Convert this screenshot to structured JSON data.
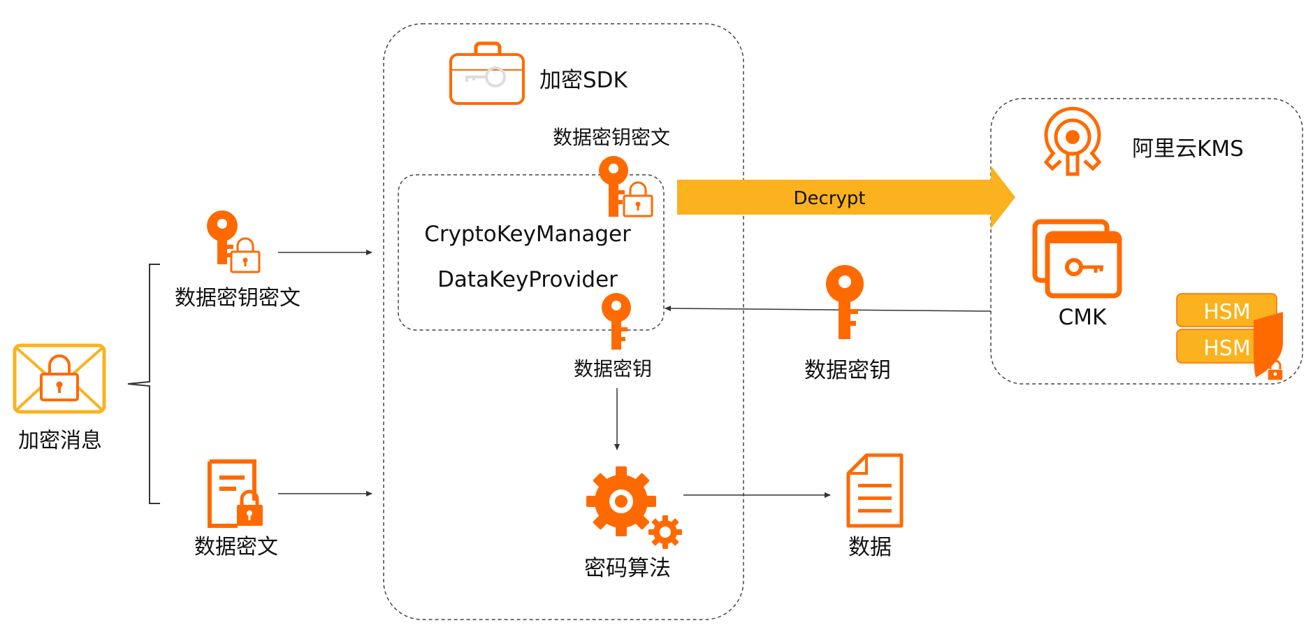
{
  "colors": {
    "orange": "#FF6A00",
    "amber": "#FBB21E",
    "hsm_fill": "#FBB21E",
    "hsm_text": "#ffffff",
    "line": "#333333",
    "border": "#444444"
  },
  "left": {
    "message_label": "加密消息",
    "encrypted_key_label": "数据密钥密文",
    "encrypted_data_label": "数据密文"
  },
  "sdk": {
    "title": "加密SDK",
    "encrypted_key_label": "数据密钥密文",
    "manager": "CryptoKeyManager",
    "provider": "DataKeyProvider",
    "data_key_label": "数据密钥",
    "algorithm_label": "密码算法"
  },
  "kms": {
    "title": "阿里云KMS",
    "cmk_label": "CMK",
    "hsm_labels": [
      "HSM",
      "HSM"
    ]
  },
  "arrows": {
    "decrypt_label": "Decrypt",
    "returned_key_label": "数据密钥",
    "output_label": "数据"
  }
}
